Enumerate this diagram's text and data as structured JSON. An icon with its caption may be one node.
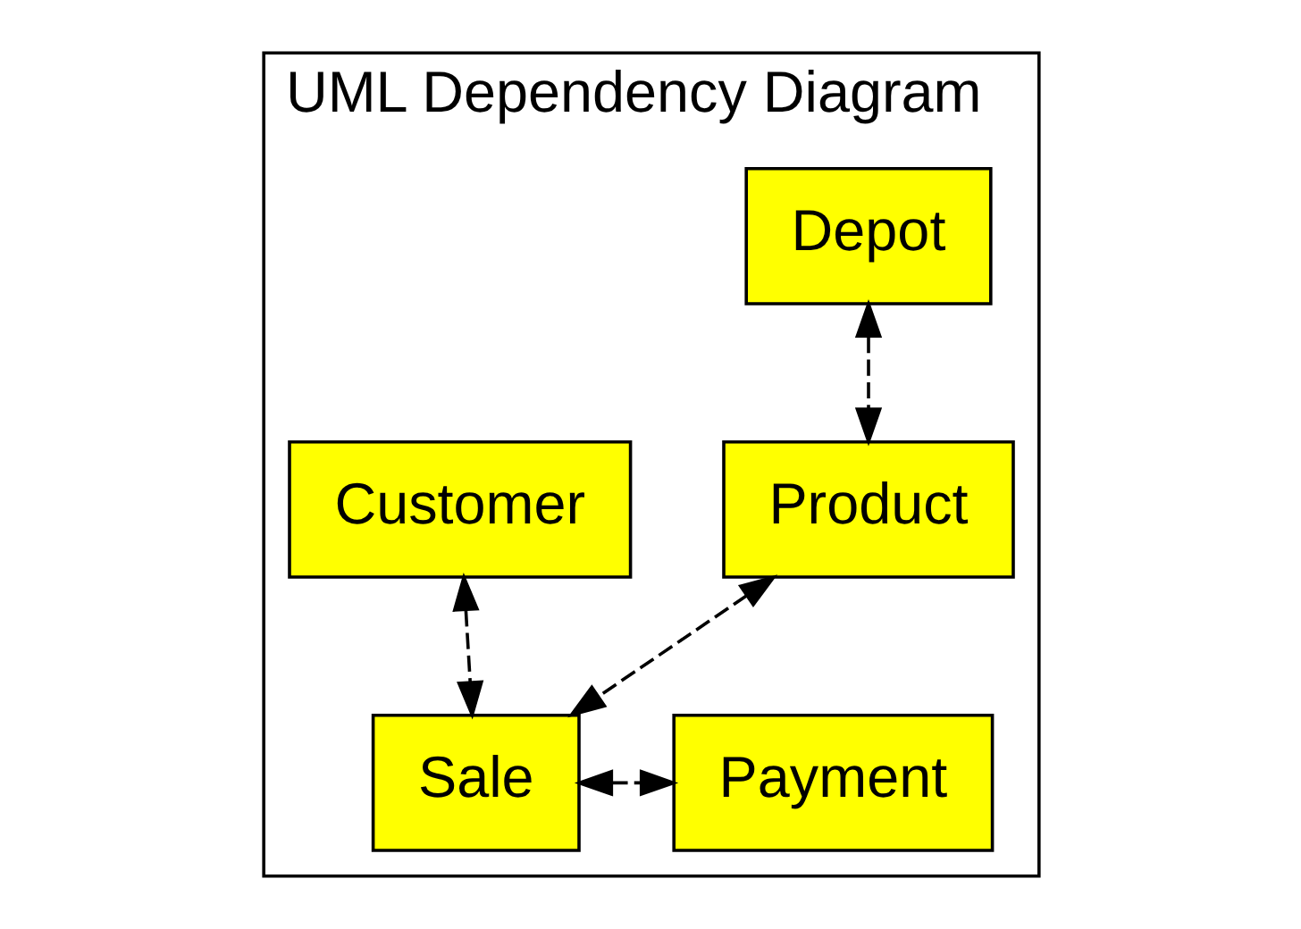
{
  "diagram": {
    "nodes": [
      {
        "text": [
          "UML Dependency Diagram"
        ]
      },
      {
        "text": [
          "Depot"
        ],
        "in": 0
      },
      {
        "text": [
          "Customer"
        ],
        "in": 0
      },
      {
        "text": [
          "Product"
        ],
        "in": 0
      },
      {
        "text": [
          "Sale"
        ],
        "in": 0
      },
      {
        "text": [
          "Payment"
        ],
        "in": 0
      }
    ],
    "edges": [
      {
        "from": 1,
        "to": 3,
        "arrow": "both",
        "style": "dashed"
      },
      {
        "from": 2,
        "to": 4,
        "arrow": "both",
        "style": "dashed"
      },
      {
        "from": 3,
        "to": 4,
        "arrow": "both",
        "style": "dashed"
      },
      {
        "from": 4,
        "to": 5,
        "arrow": "both",
        "style": "dashed"
      }
    ]
  }
}
